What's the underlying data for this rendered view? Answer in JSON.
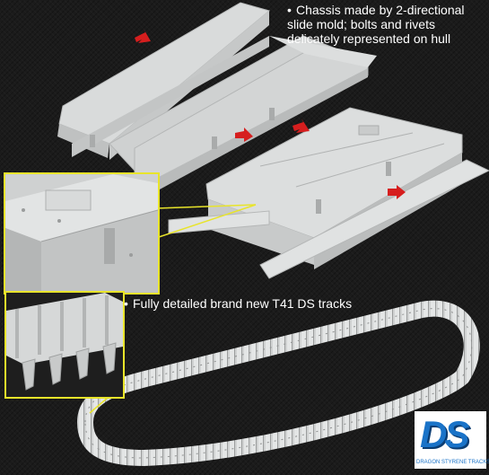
{
  "captions": {
    "chassis": "Chassis made by 2-directional slide mold; bolts and rivets delicately represented on hull",
    "tracks": "Fully detailed brand new T41 DS tracks",
    "bullet": "•"
  },
  "logo": {
    "text": "DS",
    "subtext": "DRAGON STYRENE TRACKS"
  },
  "colors": {
    "background": "#1b1b1b",
    "part_gray": "#d6d8d8",
    "callout_yellow": "#e8e42a",
    "arrow_red": "#d61e1e",
    "caption_white": "#ffffff",
    "logo_blue": "#1a73c8"
  }
}
